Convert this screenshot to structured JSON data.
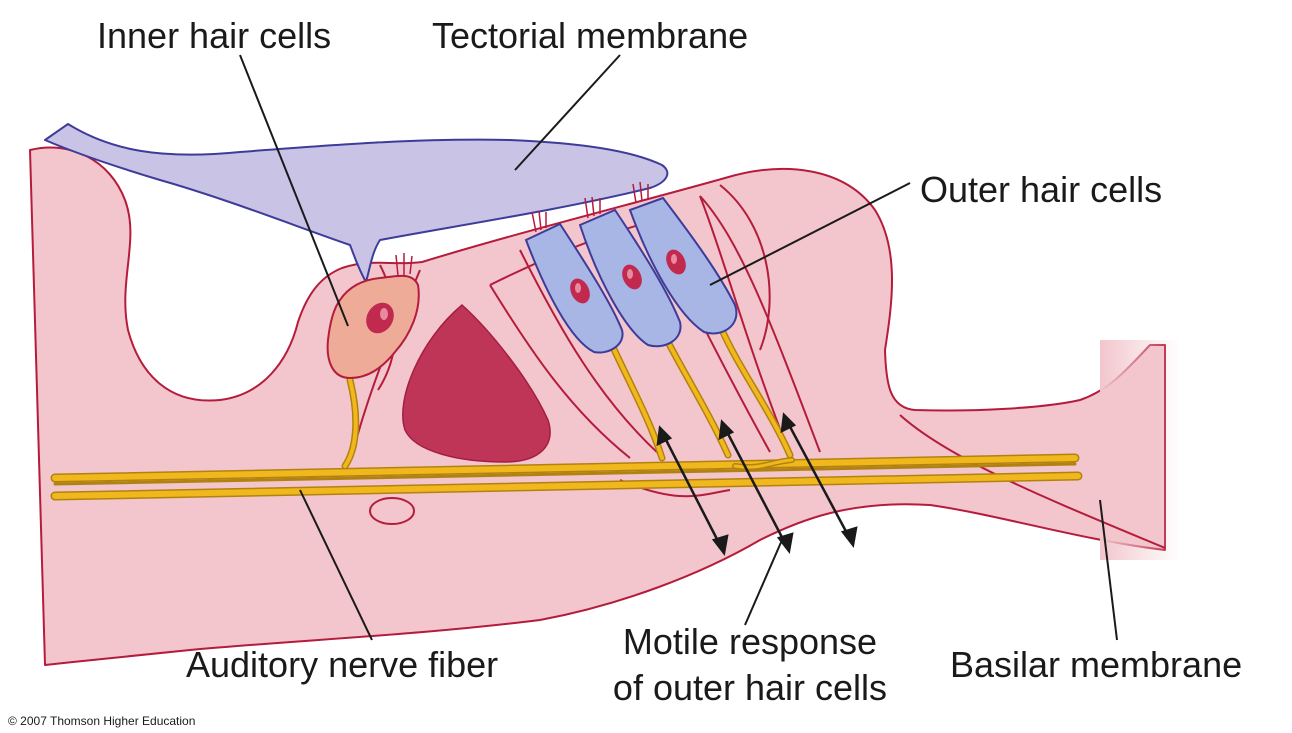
{
  "labels": {
    "inner_hair_cells": "Inner hair cells",
    "tectorial_membrane": "Tectorial membrane",
    "outer_hair_cells": "Outer hair cells",
    "auditory_nerve_fiber": "Auditory nerve fiber",
    "motile_response_line1": "Motile response",
    "motile_response_line2": "of outer hair cells",
    "basilar_membrane": "Basilar membrane"
  },
  "credit": "© 2007 Thomson Higher Education",
  "colors": {
    "tissue_fill": "#f2c6cc",
    "tissue_outline": "#b51c3c",
    "tectorial_fill": "#c9c3e6",
    "tectorial_outline": "#3d3c9a",
    "outer_hair_cell_fill": "#a8b6e6",
    "inner_hair_cell_fill": "#eeac98",
    "nucleus": "#c2294e",
    "tunnel_fill": "#bf3558",
    "nerve_fiber": "#f0b81c",
    "leader_line": "#1a1a1a"
  }
}
